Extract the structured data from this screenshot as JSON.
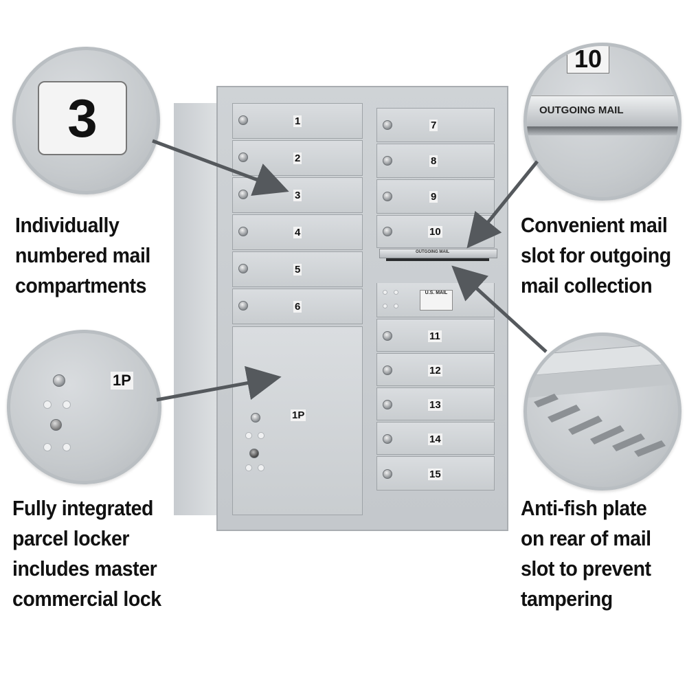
{
  "captions": {
    "top_left": [
      "Individually",
      "numbered mail",
      "compartments"
    ],
    "bottom_left": [
      "Fully integrated",
      "parcel locker",
      "includes master",
      "commercial lock"
    ],
    "top_right": [
      "Convenient mail",
      "slot for outgoing",
      "mail collection"
    ],
    "bottom_right": [
      "Anti-fish plate",
      "on rear of mail",
      "slot to prevent",
      "tampering"
    ]
  },
  "zoom": {
    "number_tag": "3",
    "parcel_tag": "1P",
    "slot_number": "10",
    "slot_label": "OUTGOING MAIL"
  },
  "mailbox": {
    "left_column": [
      "1",
      "2",
      "3",
      "4",
      "5",
      "6"
    ],
    "parcel_label": "1P",
    "right_column_top": [
      "7",
      "8",
      "9",
      "10"
    ],
    "slot_label": "OUTGOING MAIL",
    "usmail_label": "U.S. MAIL",
    "right_column_bottom": [
      "11",
      "12",
      "13",
      "14",
      "15"
    ]
  },
  "colors": {
    "arrow": "#55595d",
    "metal": "#c9cdd0"
  }
}
